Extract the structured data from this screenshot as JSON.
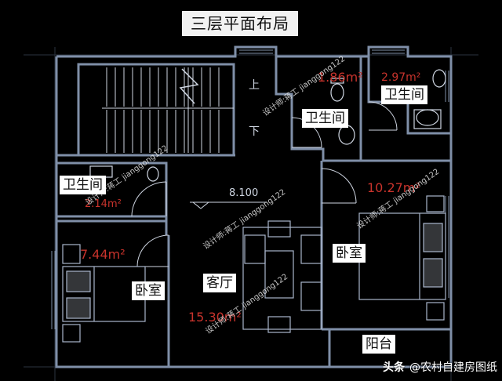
{
  "title": "三层平面布局",
  "rooms": {
    "bath_tl": "卫生间",
    "bath_c": "卫生间",
    "bath_tr": "卫生间",
    "bed_l": "卧室",
    "bed_r": "卧室",
    "living": "客厅",
    "balcony": "阳台"
  },
  "areas": {
    "bath_c": "1.86m²",
    "bath_tr": "2.97m²",
    "bath_tl": "2.14m²",
    "bed_r": "10.27m²",
    "bed_l": "7.44m²",
    "living": "15.30m²"
  },
  "elevation": "8.100",
  "stair_marks": {
    "up": "上",
    "down": "下"
  },
  "designer_marks": [
    "设计师:蒋工 jianggong122",
    "设计师:蒋工 jianggong122",
    "设计师:蒋工 jianggong122",
    "设计师:蒋工 jianggong122",
    "设计师:蒋工 jianggong122"
  ],
  "watermark": {
    "logo": "头条",
    "handle": "@农村自建房图纸"
  },
  "colors": {
    "wall": "#7f8fa8",
    "fixture": "#cfd6e2",
    "furniture": "#a9b6cc",
    "area_text": "#c8332c",
    "grid_line": "#2b3340"
  }
}
